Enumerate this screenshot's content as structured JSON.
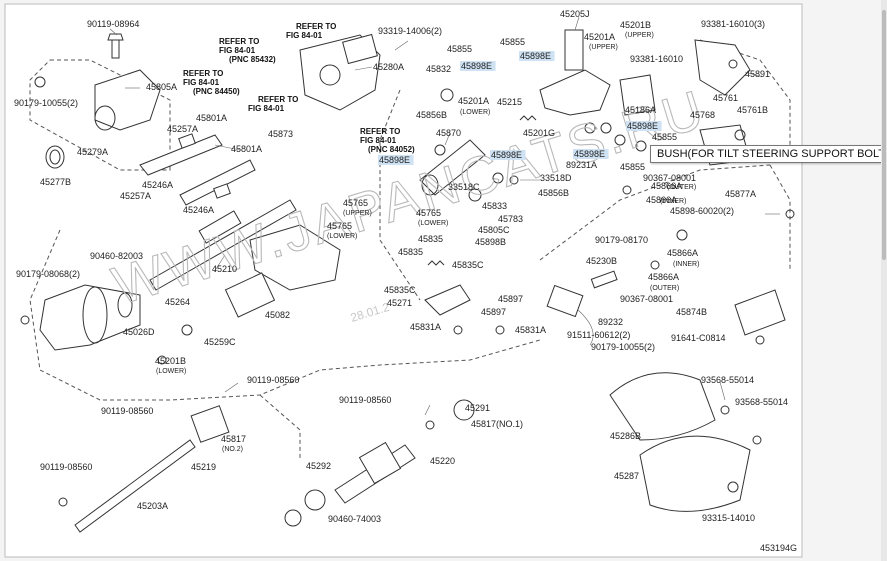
{
  "diagram_id": "453194G",
  "watermark": "WWW.JAPANCATS.RU",
  "date_stamp": "28.01.2",
  "tooltip": "BUSH(FOR TILT STEERING SUPPORT BOLT)",
  "refer_notes": [
    {
      "l1": "REFER TO",
      "l2": "FIG 84-01",
      "l3": "(PNC 85432)"
    },
    {
      "l1": "REFER TO",
      "l2": "FIG 84-01",
      "l3": ""
    },
    {
      "l1": "REFER TO",
      "l2": "FIG 84-01",
      "l3": "(PNC 84450)"
    },
    {
      "l1": "REFER TO",
      "l2": "FIG 84-01",
      "l3": ""
    },
    {
      "l1": "REFER TO",
      "l2": "FIG 84-01",
      "l3": "(PNC 84052)"
    }
  ],
  "parts": [
    {
      "t": "90119-08964"
    },
    {
      "t": "90179-10055(2)"
    },
    {
      "t": "45805A"
    },
    {
      "t": "45801A"
    },
    {
      "t": "45257A"
    },
    {
      "t": "45279A"
    },
    {
      "t": "45801A"
    },
    {
      "t": "45277B"
    },
    {
      "t": "45246A"
    },
    {
      "t": "45257A"
    },
    {
      "t": "45246A"
    },
    {
      "t": "45280A"
    },
    {
      "t": "45873"
    },
    {
      "t": "45210"
    },
    {
      "t": "90460-82003"
    },
    {
      "t": "90179-08068(2)"
    },
    {
      "t": "45264"
    },
    {
      "t": "45026D"
    },
    {
      "t": "45201B"
    },
    {
      "t": "(LOWER)"
    },
    {
      "t": "45259C"
    },
    {
      "t": "45082"
    },
    {
      "t": "93319-14006(2)"
    },
    {
      "t": "45855"
    },
    {
      "t": "45855"
    },
    {
      "t": "45898E"
    },
    {
      "t": "45898E"
    },
    {
      "t": "45832"
    },
    {
      "t": "45201A"
    },
    {
      "t": "(LOWER)"
    },
    {
      "t": "45215"
    },
    {
      "t": "45856B"
    },
    {
      "t": "45201G"
    },
    {
      "t": "45870"
    },
    {
      "t": "45898E"
    },
    {
      "t": "45898E"
    },
    {
      "t": "33518C"
    },
    {
      "t": "33518D"
    },
    {
      "t": "45856B"
    },
    {
      "t": "45833"
    },
    {
      "t": "45783"
    },
    {
      "t": "45805C"
    },
    {
      "t": "45898B"
    },
    {
      "t": "45765"
    },
    {
      "t": "(UPPER)"
    },
    {
      "t": "45765"
    },
    {
      "t": "(LOWER)"
    },
    {
      "t": "45765"
    },
    {
      "t": "(LOWER)"
    },
    {
      "t": "45835"
    },
    {
      "t": "45835"
    },
    {
      "t": "45835C"
    },
    {
      "t": "45835C"
    },
    {
      "t": "45271"
    },
    {
      "t": "45897"
    },
    {
      "t": "45897"
    },
    {
      "t": "45831A"
    },
    {
      "t": "45831A"
    },
    {
      "t": "45205J"
    },
    {
      "t": "45201B"
    },
    {
      "t": "(UPPER)"
    },
    {
      "t": "45201A"
    },
    {
      "t": "(UPPER)"
    },
    {
      "t": "93381-16010(3)"
    },
    {
      "t": "93381-16010"
    },
    {
      "t": "45891"
    },
    {
      "t": "45186A"
    },
    {
      "t": "45761"
    },
    {
      "t": "45768"
    },
    {
      "t": "45761B"
    },
    {
      "t": "45898E"
    },
    {
      "t": "45855"
    },
    {
      "t": "45898E"
    },
    {
      "t": "89231A"
    },
    {
      "t": "45855"
    },
    {
      "t": "90367-08001"
    },
    {
      "t": "45866A"
    },
    {
      "t": "(OUTER)"
    },
    {
      "t": "45866A"
    },
    {
      "t": "(INNER)"
    },
    {
      "t": "45877A"
    },
    {
      "t": "45898-60020(2)"
    },
    {
      "t": "90179-08170"
    },
    {
      "t": "45866A"
    },
    {
      "t": "(INNER)"
    },
    {
      "t": "45230B"
    },
    {
      "t": "45866A"
    },
    {
      "t": "(OUTER)"
    },
    {
      "t": "90367-08001"
    },
    {
      "t": "45874B"
    },
    {
      "t": "89232"
    },
    {
      "t": "91511-60612(2)"
    },
    {
      "t": "90179-10055(2)"
    },
    {
      "t": "91641-C0814"
    },
    {
      "t": "90119-08560"
    },
    {
      "t": "90119-08560"
    },
    {
      "t": "45817"
    },
    {
      "t": "(NO.2)"
    },
    {
      "t": "45219"
    },
    {
      "t": "90119-08560"
    },
    {
      "t": "45203A"
    },
    {
      "t": "90119-08560"
    },
    {
      "t": "45291"
    },
    {
      "t": "45817(NO.1)"
    },
    {
      "t": "45220"
    },
    {
      "t": "45292"
    },
    {
      "t": "90460-74003"
    },
    {
      "t": "93568-55014"
    },
    {
      "t": "93568-55014"
    },
    {
      "t": "45286B"
    },
    {
      "t": "45287"
    },
    {
      "t": "93315-14010"
    }
  ]
}
